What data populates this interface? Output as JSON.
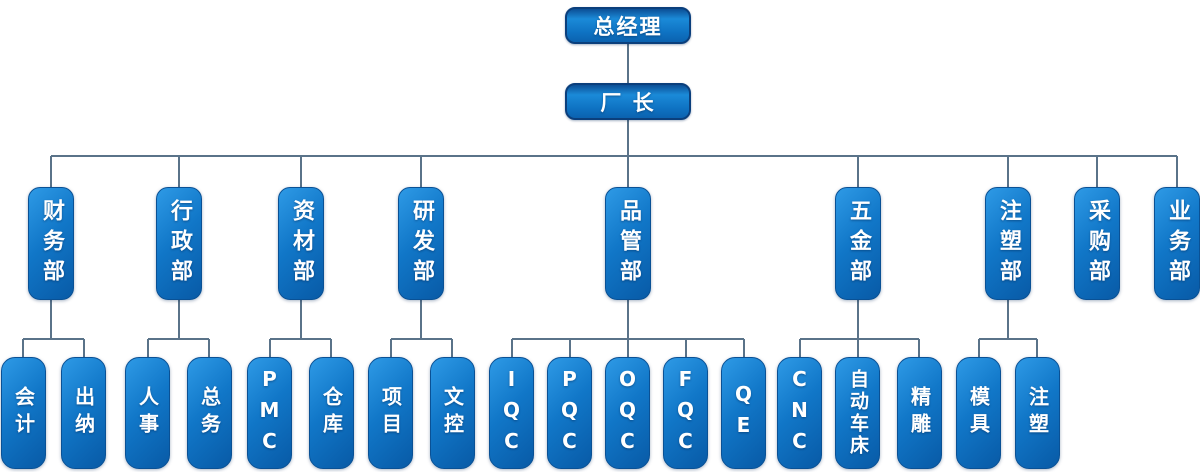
{
  "colors": {
    "node_blue": "#1177c8",
    "node_blue_light": "#2e9ae6",
    "node_blue_dark": "#085aa6",
    "node_border": "#0a5195",
    "top_node_border": "#0b3f7c",
    "connector": "#5a7389",
    "text": "#ffffff",
    "background": "#ffffff"
  },
  "org": {
    "root": {
      "label": "总经理"
    },
    "director": {
      "label": "厂 长"
    },
    "departments": [
      {
        "label": "财务部",
        "children": [
          "会计",
          "出纳"
        ]
      },
      {
        "label": "行政部",
        "children": [
          "人事",
          "总务"
        ]
      },
      {
        "label": "资材部",
        "children": [
          "PMC",
          "仓库"
        ]
      },
      {
        "label": "研发部",
        "children": [
          "项目",
          "文控"
        ]
      },
      {
        "label": "品管部",
        "children": [
          "IQC",
          "PQC",
          "OQC",
          "FQC",
          "QE"
        ]
      },
      {
        "label": "五金部",
        "children": [
          "CNC",
          "自动车床",
          "精雕"
        ]
      },
      {
        "label": "注塑部",
        "children": [
          "模具",
          "注塑"
        ]
      },
      {
        "label": "采购部",
        "children": []
      },
      {
        "label": "业务部",
        "children": []
      }
    ]
  }
}
